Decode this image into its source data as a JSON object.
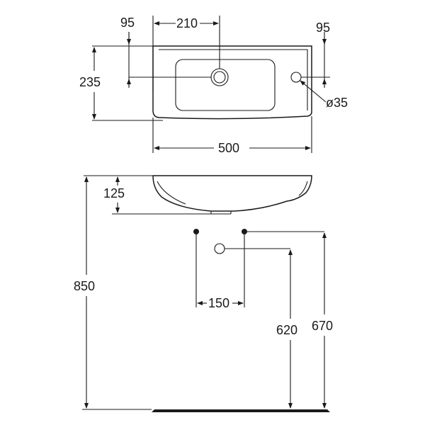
{
  "dimensions": {
    "left_margin": "95",
    "tap_offset": "210",
    "right_margin": "95",
    "depth": "235",
    "hole_diameter": "ø35",
    "width": "500",
    "bowl_height": "125",
    "total_height": "850",
    "pipe_spacing": "150",
    "waste_height": "620",
    "supply_height": "670"
  }
}
